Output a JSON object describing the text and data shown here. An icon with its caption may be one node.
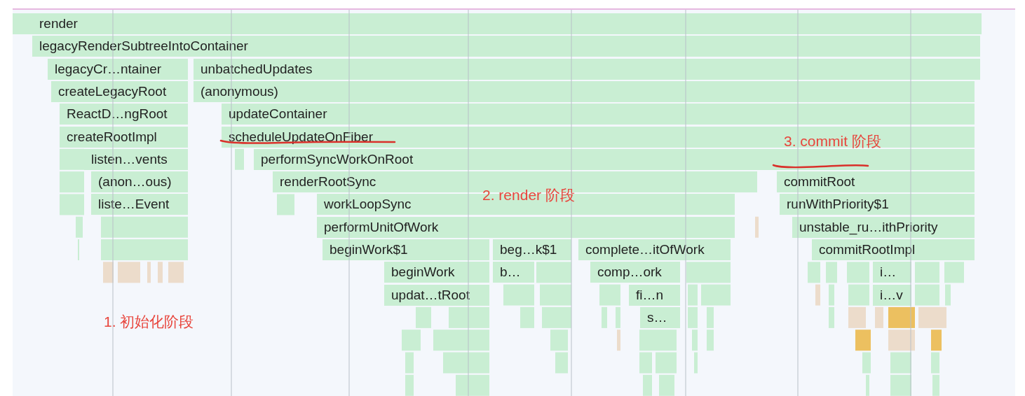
{
  "diagram": {
    "nodes": [
      {
        "text": [
          "render"
        ]
      },
      {
        "text": [
          "legacyRenderSubtreeIntoContainer"
        ]
      },
      {
        "text": [
          "legacyCr…ntainer"
        ]
      },
      {
        "text": [
          "unbatchedUpdates"
        ]
      },
      {
        "text": [
          "createLegacyRoot"
        ]
      },
      {
        "text": [
          "(anonymous)"
        ]
      },
      {
        "text": [
          "ReactD…ngRoot"
        ]
      },
      {
        "text": [
          "updateContainer"
        ]
      },
      {
        "text": [
          "createRootImpl"
        ]
      },
      {
        "text": [
          "scheduleUpdateOnFiber"
        ]
      },
      {
        "text": [
          "listen…vents"
        ]
      },
      {
        "text": [
          "performSyncWorkOnRoot"
        ]
      },
      {
        "text": [
          "(anon…ous)"
        ]
      },
      {
        "text": [
          "renderRootSync"
        ]
      },
      {
        "text": [
          "commitRoot"
        ]
      },
      {
        "text": [
          "liste…Event"
        ]
      },
      {
        "text": [
          "workLoopSync"
        ]
      },
      {
        "text": [
          "runWithPriority$1"
        ]
      },
      {
        "text": [
          "performUnitOfWork"
        ]
      },
      {
        "text": [
          "unstable_ru…ithPriority"
        ]
      },
      {
        "text": [
          "beginWork$1"
        ]
      },
      {
        "text": [
          "beg…k$1"
        ]
      },
      {
        "text": [
          "complete…itOfWork"
        ]
      },
      {
        "text": [
          "commitRootImpl"
        ]
      },
      {
        "text": [
          "beginWork"
        ]
      },
      {
        "text": [
          "b…"
        ]
      },
      {
        "text": [
          "comp…ork"
        ]
      },
      {
        "text": [
          "i…"
        ]
      },
      {
        "text": [
          "updat…tRoot"
        ]
      },
      {
        "text": [
          "fi…n"
        ]
      },
      {
        "text": [
          "i…v"
        ]
      },
      {
        "text": [
          "s…"
        ]
      }
    ],
    "labels": [
      "3. commit 阶段",
      "2. render 阶段",
      "1. 初始化阶段"
    ]
  }
}
